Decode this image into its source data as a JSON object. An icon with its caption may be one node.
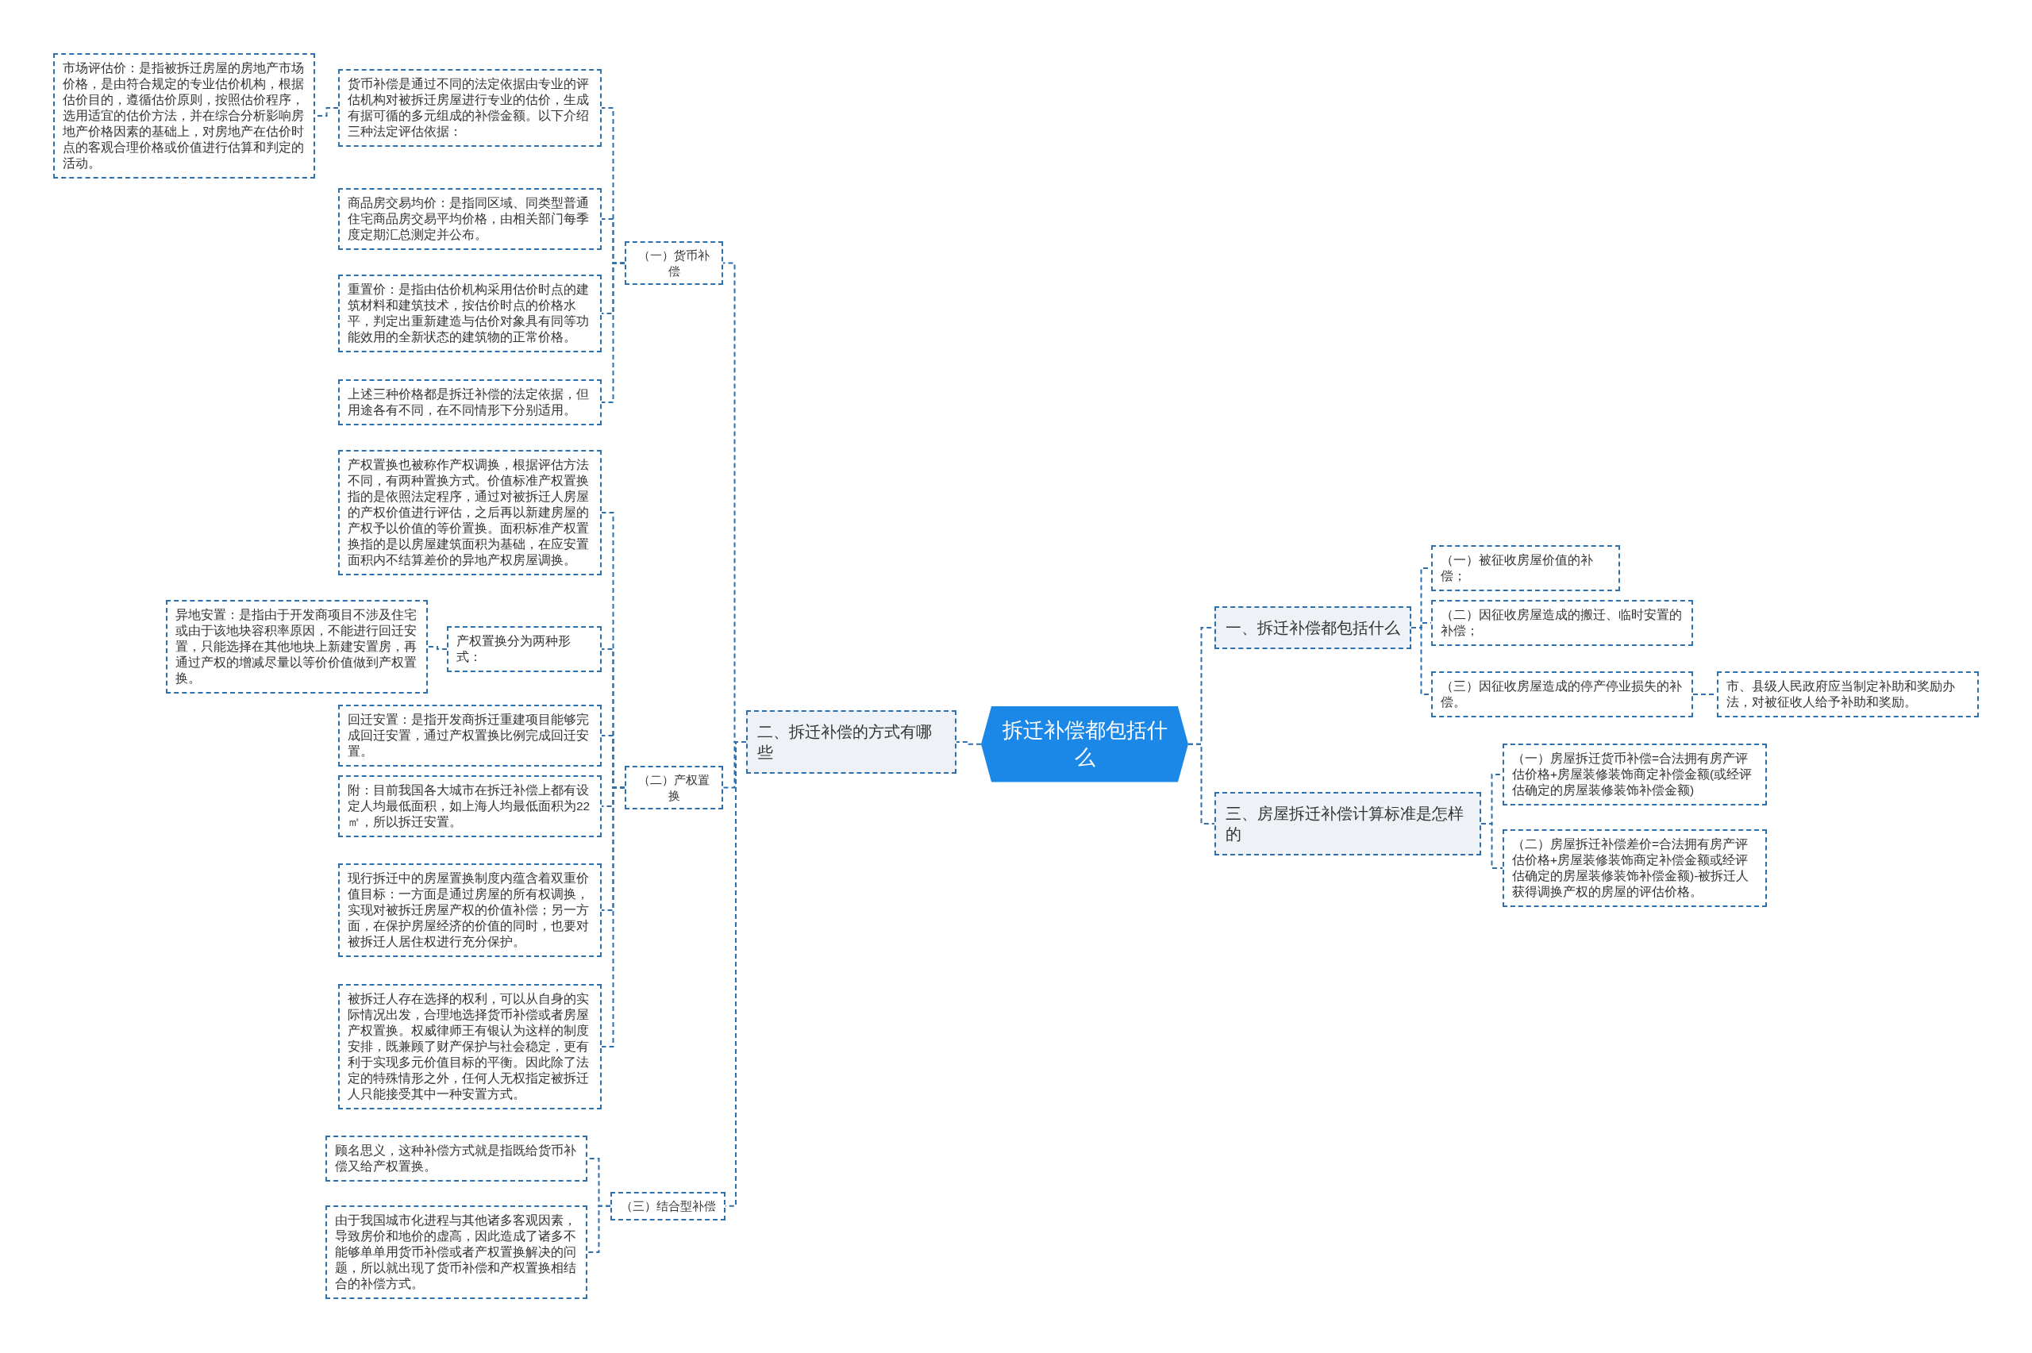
{
  "diagram": {
    "nodes": [
      {
        "text": [
          "拆迁补偿都包括什么"
        ]
      },
      {
        "text": [
          "二、拆迁补偿的方式有哪些"
        ]
      },
      {
        "text": [
          "（一）货币补偿"
        ]
      },
      {
        "text": [
          "货币补偿是通过不同的法定依据由专业的评估机构对被拆迁房屋进行专业的估价，生成有据可循的多元组成的补偿金额。以下介绍三种法定评估依据："
        ]
      },
      {
        "text": [
          "市场评估价：是指被拆迁房屋的房地产市场价格，是由符合规定的专业估价机构，根据估价目的，遵循估价原则，按照估价程序，选用适宜的估价方法，并在综合分析影响房地产价格因素的基础上，对房地产在估价时点的客观合理价格或价值进行估算和判定的活动。"
        ]
      },
      {
        "text": [
          "商品房交易均价：是指同区域、同类型普通住宅商品房交易平均价格，由相关部门每季度定期汇总测定并公布。"
        ]
      },
      {
        "text": [
          "重置价：是指由估价机构采用估价时点的建筑材料和建筑技术，按估价时点的价格水平，判定出重新建造与估价对象具有同等功能效用的全新状态的建筑物的正常价格。"
        ]
      },
      {
        "text": [
          "上述三种价格都是拆迁补偿的法定依据，但用途各有不同，在不同情形下分别适用。"
        ]
      },
      {
        "text": [
          "（二）产权置换"
        ]
      },
      {
        "text": [
          "产权置换也被称作产权调换，根据评估方法不同，有两种置换方式。价值标准产权置换指的是依照法定程序，通过对被拆迁人房屋的产权价值进行评估，之后再以新建房屋的产权予以价值的等价置换。面积标准产权置换指的是以房屋建筑面积为基础，在应安置面积内不结算差价的异地产权房屋调换。"
        ]
      },
      {
        "text": [
          "产权置换分为两种形式："
        ]
      },
      {
        "text": [
          "异地安置：是指由于开发商项目不涉及住宅或由于该地块容积率原因，不能进行回迁安置，只能选择在其他地块上新建安置房，再通过产权的增减尽量以等价价值做到产权置换。"
        ]
      },
      {
        "text": [
          "回迁安置：是指开发商拆迁重建项目能够完成回迁安置，通过产权置换比例完成回迁安置。"
        ]
      },
      {
        "text": [
          "附：目前我国各大城市在拆迁补偿上都有设定人均最低面积，如上海人均最低面积为22㎡，所以拆迁安置。"
        ]
      },
      {
        "text": [
          "现行拆迁中的房屋置换制度内蕴含着双重价值目标：一方面是通过房屋的所有权调换，实现对被拆迁房屋产权的价值补偿；另一方面，在保护房屋经济的价值的同时，也要对被拆迁人居住权进行充分保护。"
        ]
      },
      {
        "text": [
          "被拆迁人存在选择的权利，可以从自身的实际情况出发，合理地选择货币补偿或者房屋产权置换。权威律师王有银认为这样的制度安排，既兼顾了财产保护与社会稳定，更有利于实现多元价值目标的平衡。因此除了法定的特殊情形之外，任何人无权指定被拆迁人只能接受其中一种安置方式。"
        ]
      },
      {
        "text": [
          "（三）结合型补偿"
        ]
      },
      {
        "text": [
          "顾名思义，这种补偿方式就是指既给货币补偿又给产权置换。"
        ]
      },
      {
        "text": [
          "由于我国城市化进程与其他诸多客观因素，导致房价和地价的虚高，因此造成了诸多不能够单单用货币补偿或者产权置换解决的问题，所以就出现了货币补偿和产权置换相结合的补偿方式。"
        ]
      },
      {
        "text": [
          "一、拆迁补偿都包括什么"
        ]
      },
      {
        "text": [
          "（一）被征收房屋价值的补偿；"
        ]
      },
      {
        "text": [
          "（二）因征收房屋造成的搬迁、临时安置的补偿；"
        ]
      },
      {
        "text": [
          "（三）因征收房屋造成的停产停业损失的补偿。"
        ]
      },
      {
        "text": [
          "市、县级人民政府应当制定补助和奖励办法，对被征收人给予补助和奖励。"
        ]
      },
      {
        "text": [
          "三、房屋拆迁补偿计算标准是怎样的"
        ]
      },
      {
        "text": [
          "（一）房屋拆迁货币补偿=合法拥有房产评估价格+房屋装修装饰商定补偿金额(或经评估确定的房屋装修装饰补偿金额)"
        ]
      },
      {
        "text": [
          "（二）房屋拆迁补偿差价=合法拥有房产评估价格+房屋装修装饰商定补偿金额或经评估确定的房屋装修装饰补偿金额)-被拆迁人获得调换产权的房屋的评估价格。"
        ]
      }
    ],
    "edges": [
      {
        "from": 0,
        "to": 1,
        "arrow": "none"
      },
      {
        "from": 0,
        "to": 19,
        "arrow": "none"
      },
      {
        "from": 0,
        "to": 24,
        "arrow": "none"
      },
      {
        "from": 1,
        "to": 2,
        "arrow": "none"
      },
      {
        "from": 1,
        "to": 8,
        "arrow": "none"
      },
      {
        "from": 1,
        "to": 16,
        "arrow": "none"
      },
      {
        "from": 2,
        "to": 3,
        "arrow": "none"
      },
      {
        "from": 2,
        "to": 5,
        "arrow": "none"
      },
      {
        "from": 2,
        "to": 6,
        "arrow": "none"
      },
      {
        "from": 2,
        "to": 7,
        "arrow": "none"
      },
      {
        "from": 3,
        "to": 4,
        "arrow": "none"
      },
      {
        "from": 8,
        "to": 9,
        "arrow": "none"
      },
      {
        "from": 8,
        "to": 10,
        "arrow": "none"
      },
      {
        "from": 8,
        "to": 12,
        "arrow": "none"
      },
      {
        "from": 8,
        "to": 13,
        "arrow": "none"
      },
      {
        "from": 8,
        "to": 14,
        "arrow": "none"
      },
      {
        "from": 8,
        "to": 15,
        "arrow": "none"
      },
      {
        "from": 10,
        "to": 11,
        "arrow": "none"
      },
      {
        "from": 16,
        "to": 17,
        "arrow": "none"
      },
      {
        "from": 16,
        "to": 18,
        "arrow": "none"
      },
      {
        "from": 19,
        "to": 20,
        "arrow": "none"
      },
      {
        "from": 19,
        "to": 21,
        "arrow": "none"
      },
      {
        "from": 19,
        "to": 22,
        "arrow": "none"
      },
      {
        "from": 22,
        "to": 23,
        "arrow": "none"
      },
      {
        "from": 24,
        "to": 25,
        "arrow": "none"
      },
      {
        "from": 24,
        "to": 26,
        "arrow": "none"
      }
    ]
  }
}
